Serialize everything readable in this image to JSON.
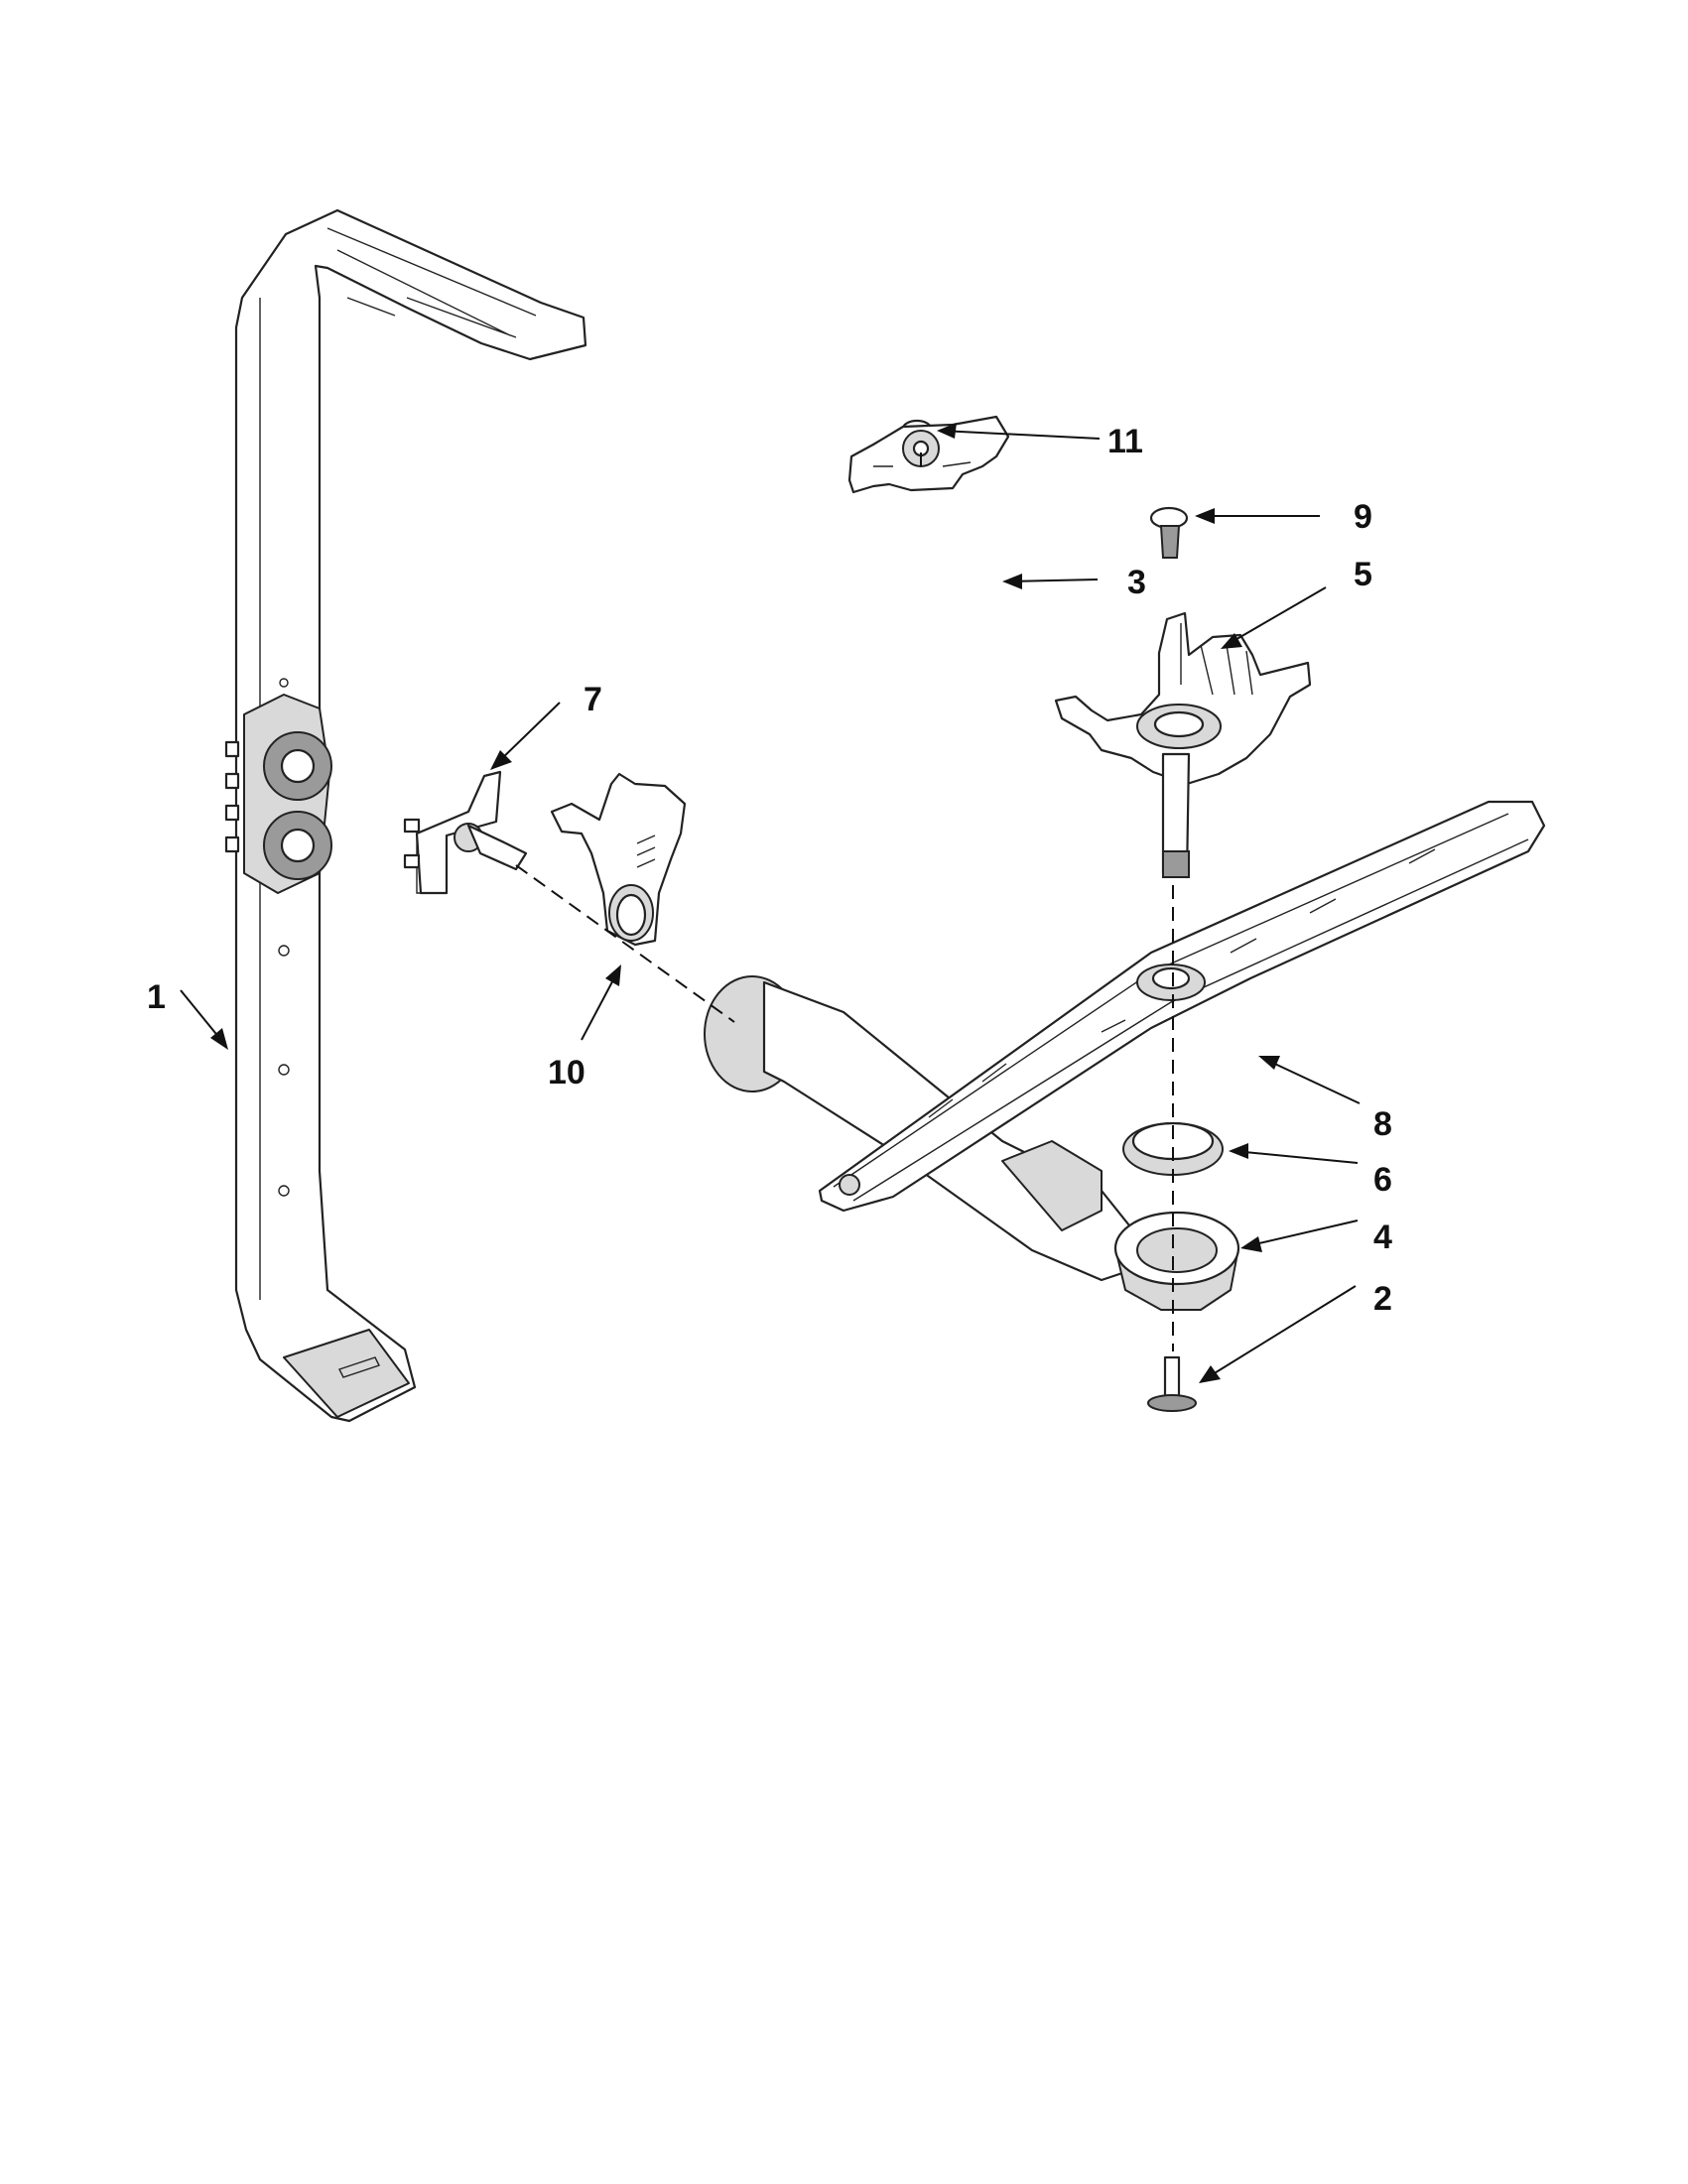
{
  "diagram": {
    "callouts": {
      "p1": "1",
      "p2": "2",
      "p3": "3",
      "p4": "4",
      "p5": "5",
      "p6": "6",
      "p7": "7",
      "p8": "8",
      "p9": "9",
      "p10": "10",
      "p11": "11"
    }
  }
}
